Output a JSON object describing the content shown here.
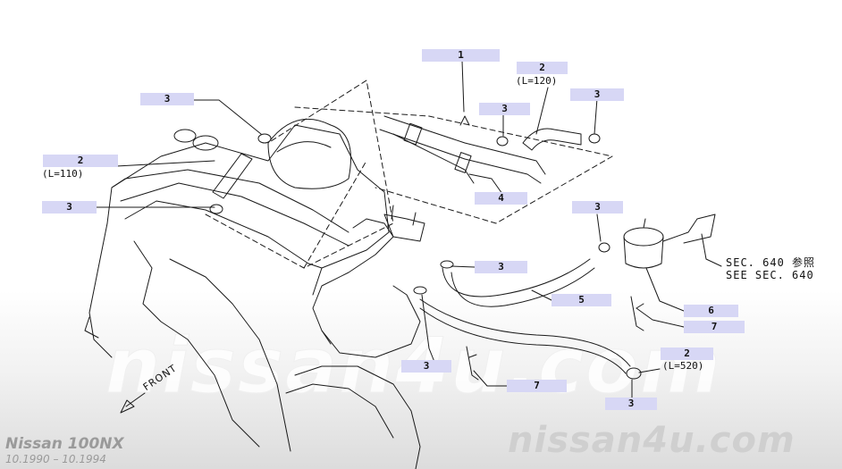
{
  "callouts": [
    {
      "id": "c1",
      "label": "1"
    },
    {
      "id": "c2a",
      "label": "2"
    },
    {
      "id": "c3a",
      "label": "3"
    },
    {
      "id": "c3b",
      "label": "3"
    },
    {
      "id": "c3c",
      "label": "3"
    },
    {
      "id": "c2b",
      "label": "2"
    },
    {
      "id": "c3d",
      "label": "3"
    },
    {
      "id": "c4",
      "label": "4"
    },
    {
      "id": "c3e",
      "label": "3"
    },
    {
      "id": "c3f",
      "label": "3"
    },
    {
      "id": "c5",
      "label": "5"
    },
    {
      "id": "c6",
      "label": "6"
    },
    {
      "id": "c7a",
      "label": "7"
    },
    {
      "id": "c2c",
      "label": "2"
    },
    {
      "id": "c3g",
      "label": "3"
    },
    {
      "id": "c7b",
      "label": "7"
    },
    {
      "id": "c3h",
      "label": "3"
    }
  ],
  "lengths": {
    "l120": "(L=120)",
    "l110": "(L=110)",
    "l520": "(L=520)"
  },
  "section_ref": {
    "line1": "SEC. 640 参照",
    "line2": "SEE SEC. 640"
  },
  "front_label": "FRONT",
  "watermark": "nissan4u.com",
  "model": {
    "name": "Nissan 100NX",
    "dates": "10.1990 – 10.1994"
  },
  "colors": {
    "callout_bg": "#d7d7f5",
    "line": "#1a1a1a"
  }
}
